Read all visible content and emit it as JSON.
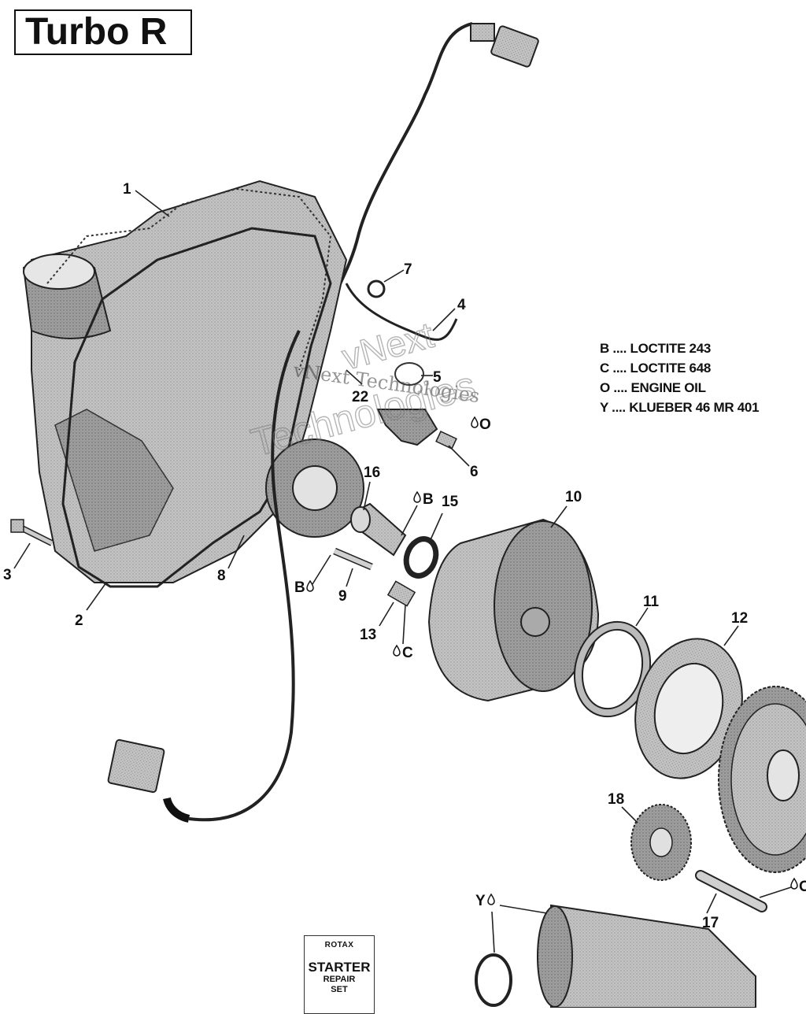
{
  "title": "Turbo R",
  "legend": [
    {
      "code": "B",
      "text": "B .... LOCTITE 243"
    },
    {
      "code": "C",
      "text": "C .... LOCTITE 648"
    },
    {
      "code": "O",
      "text": "O .... ENGINE OIL"
    },
    {
      "code": "Y",
      "text": "Y .... KLUEBER 46 MR 401"
    }
  ],
  "callouts": {
    "c1": "1",
    "c2": "2",
    "c3": "3",
    "c4": "4",
    "c5": "5",
    "c6": "6",
    "c7": "7",
    "c8": "8",
    "c9": "9",
    "c10": "10",
    "c11": "11",
    "c12": "12",
    "c13": "13",
    "c15": "15",
    "c16": "16",
    "c17": "17",
    "c18": "18",
    "c22": "22",
    "b_near15": "B",
    "b_near9": "B",
    "c_near13": "C",
    "o_near6": "O",
    "o_right": "O",
    "y_starter": "Y"
  },
  "watermark": {
    "line1": "vNext Technologies",
    "line2": "Technologies",
    "line3": "vNext"
  },
  "starter_kit": {
    "brand": "ROTAX",
    "line1": "STARTER",
    "line2": "REPAIR",
    "line3": "SET"
  },
  "colors": {
    "ink": "#111111",
    "part_fill": "#bdbdbd",
    "part_dark": "#8a8a8a",
    "part_light": "#d8d8d8"
  }
}
